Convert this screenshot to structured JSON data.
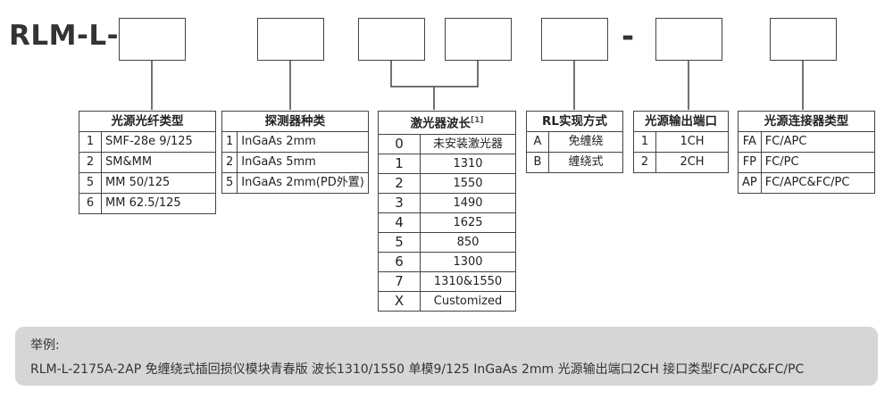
{
  "prefix": "RLM-L-",
  "separator": "-",
  "tables": [
    {
      "header": "光源光纤类型",
      "rows": [
        [
          "1",
          "SMF-28e 9/125"
        ],
        [
          "2",
          "SM&MM"
        ],
        [
          "5",
          "MM 50/125"
        ],
        [
          "6",
          "MM 62.5/125"
        ]
      ]
    },
    {
      "header": "探测器种类",
      "rows": [
        [
          "1",
          "InGaAs 2mm"
        ],
        [
          "2",
          "InGaAs 5mm"
        ],
        [
          "5",
          "InGaAs 2mm(PD外置)"
        ]
      ]
    },
    {
      "header": "激光器波长",
      "header_note": "[1]",
      "rows": [
        [
          "0",
          "未安装激光器"
        ],
        [
          "1",
          "1310"
        ],
        [
          "2",
          "1550"
        ],
        [
          "3",
          "1490"
        ],
        [
          "4",
          "1625"
        ],
        [
          "5",
          "850"
        ],
        [
          "6",
          "1300"
        ],
        [
          "7",
          "1310&1550"
        ],
        [
          "X",
          "Customized"
        ]
      ]
    },
    {
      "header": "RL实现方式",
      "rows": [
        [
          "A",
          "免缠绕"
        ],
        [
          "B",
          "缠绕式"
        ]
      ]
    },
    {
      "header": "光源输出端口",
      "rows": [
        [
          "1",
          "1CH"
        ],
        [
          "2",
          "2CH"
        ]
      ]
    },
    {
      "header": "光源连接器类型",
      "rows": [
        [
          "FA",
          "FC/APC"
        ],
        [
          "FP",
          "FC/PC"
        ],
        [
          "AP",
          "FC/APC&FC/PC"
        ]
      ]
    }
  ],
  "example": {
    "title": "举例:",
    "text": "RLM-L-2175A-2AP 免缠绕式插回损仪模块青春版 波长1310/1550 单模9/125 InGaAs 2mm 光源输出端口2CH 接口类型FC/APC&FC/PC"
  }
}
